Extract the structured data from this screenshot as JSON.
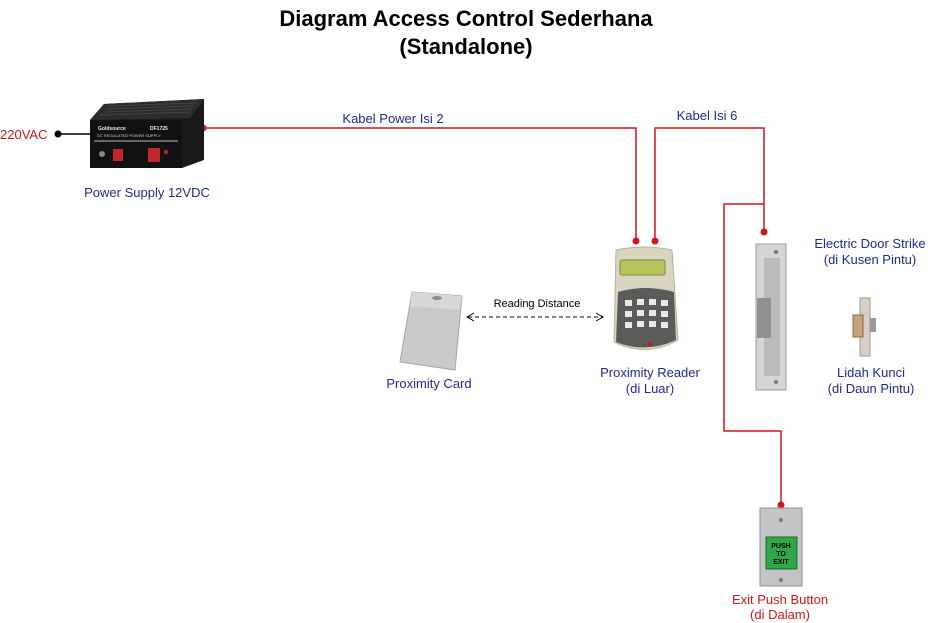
{
  "title": {
    "line1": "Diagram Access Control Sederhana",
    "line2": "(Standalone)"
  },
  "labels": {
    "ac_input": "220VAC",
    "power_supply": "Power Supply 12VDC",
    "cable_power": "Kabel Power Isi 2",
    "cable_signal": "Kabel Isi 6",
    "reading_distance": "Reading Distance",
    "proximity_card": "Proximity Card",
    "reader_line1": "Proximity Reader",
    "reader_line2": "(di Luar)",
    "strike_line1": "Electric Door Strike",
    "strike_line2": "(di Kusen Pintu)",
    "latch_line1": "Lidah Kunci",
    "latch_line2": "(di Daun Pintu)",
    "exit_line1": "Exit Push Button",
    "exit_line2": "(di Dalam)"
  },
  "device_text": {
    "psu_brand": "Goldsource",
    "psu_model": "DF1725",
    "psu_caption": "DC REGULATED POWER SUPPLY",
    "exit_button_l1": "PUSH",
    "exit_button_l2": "TO",
    "exit_button_l3": "EXIT"
  },
  "colors": {
    "wire": "#d0161a",
    "label": "#1f2a8c",
    "exit_button": "#2fa84a"
  },
  "icons": {
    "power_supply": "power-supply-icon",
    "reader": "proximity-reader-icon",
    "card": "proximity-card-icon",
    "strike": "door-strike-icon",
    "latch": "latch-icon",
    "exit": "exit-button-icon"
  }
}
